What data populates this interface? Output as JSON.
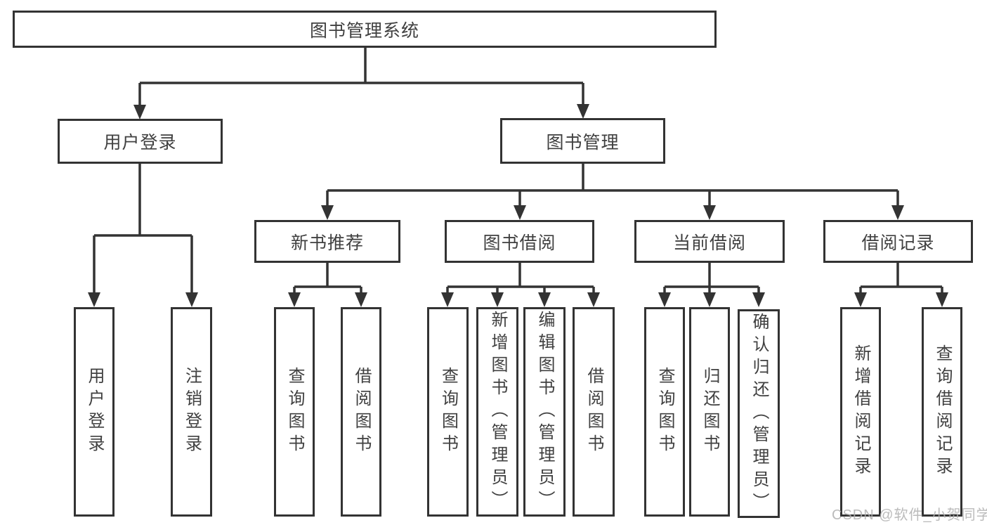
{
  "diagram_title": "图书管理系统",
  "nodes": {
    "root": {
      "label": "图书管理系统"
    },
    "user_login": {
      "label": "用户登录"
    },
    "book_mgmt": {
      "label": "图书管理"
    },
    "new_book_rec": {
      "label": "新书推荐"
    },
    "book_borrow": {
      "label": "图书借阅"
    },
    "current_borrow": {
      "label": "当前借阅"
    },
    "borrow_record": {
      "label": "借阅记录"
    },
    "leaves": {
      "user_login": {
        "label": "用户登录"
      },
      "logout": {
        "label": "注销登录"
      },
      "rec_query_book": {
        "label": "查询图书"
      },
      "rec_borrow_book": {
        "label": "借阅图书"
      },
      "bb_query_book": {
        "label": "查询图书"
      },
      "bb_add_book": {
        "label": "新增图书（管理员）"
      },
      "bb_edit_book": {
        "label": "编辑图书（管理员）"
      },
      "bb_borrow_book": {
        "label": "借阅图书"
      },
      "cb_query_book": {
        "label": "查询图书"
      },
      "cb_return_book": {
        "label": "归还图书"
      },
      "cb_confirm_return": {
        "label": "确认归还（管理员）"
      },
      "br_add_record": {
        "label": "新增借阅记录"
      },
      "br_query_record": {
        "label": "查询借阅记录"
      }
    }
  },
  "watermark": {
    "text": "CSDN @软件_小贺同学"
  },
  "colors": {
    "line": "#333333",
    "text": "#404040",
    "watermark": "#b0b0b0",
    "background": "#ffffff"
  }
}
